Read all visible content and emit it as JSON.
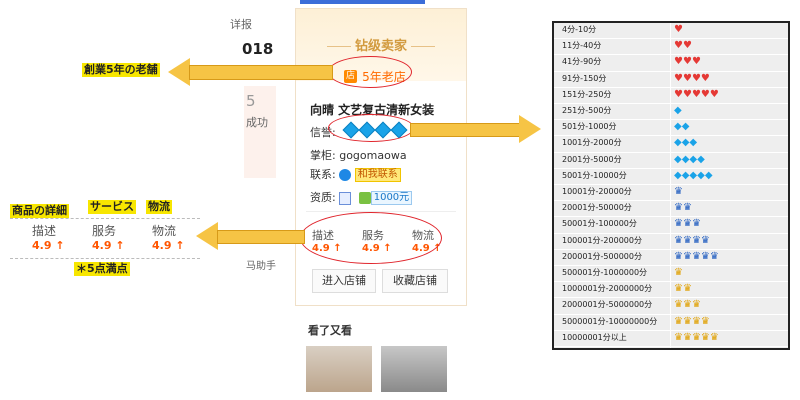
{
  "fragments": {
    "top_text": "详报",
    "year_text": "018",
    "five_text": "5",
    "success_text": "成功",
    "helper_text": "马助手"
  },
  "card": {
    "diamond_seller": "钻级卖家",
    "old_shop_icon": "店",
    "old_shop": "5年老店",
    "shop_name": "向晴 文艺复古清新女装",
    "credit_label": "信誉:",
    "keeper_label": "掌柜:",
    "keeper_name": "gogomaowa",
    "contact_label": "联系:",
    "contact_button": "和我联系",
    "qualification_label": "资质:",
    "deposit": "1000元",
    "scores": [
      {
        "label": "描述",
        "value": "4.9"
      },
      {
        "label": "服务",
        "value": "4.9"
      },
      {
        "label": "物流",
        "value": "4.9"
      }
    ],
    "enter_shop": "进入店铺",
    "favorite_shop": "收藏店铺",
    "also_viewed": "看了又看"
  },
  "annotations": {
    "old_shop_jp": "創業5年の老舗",
    "details_jp": "商品の詳細",
    "service_jp": "サービス",
    "logistics_cn": "物流",
    "scores_left": [
      {
        "label": "描述",
        "value": "4.9"
      },
      {
        "label": "服务",
        "value": "4.9"
      },
      {
        "label": "物流",
        "value": "4.9"
      }
    ],
    "max_note": "＊5点満点"
  },
  "credit_table": [
    {
      "range": "4分-10分",
      "icon": "heart",
      "count": 1
    },
    {
      "range": "11分-40分",
      "icon": "heart",
      "count": 2
    },
    {
      "range": "41分-90分",
      "icon": "heart",
      "count": 3
    },
    {
      "range": "91分-150分",
      "icon": "heart",
      "count": 4
    },
    {
      "range": "151分-250分",
      "icon": "heart",
      "count": 5
    },
    {
      "range": "251分-500分",
      "icon": "diamond",
      "count": 1
    },
    {
      "range": "501分-1000分",
      "icon": "diamond",
      "count": 2
    },
    {
      "range": "1001分-2000分",
      "icon": "diamond",
      "count": 3
    },
    {
      "range": "2001分-5000分",
      "icon": "diamond",
      "count": 4
    },
    {
      "range": "5001分-10000分",
      "icon": "diamond",
      "count": 5
    },
    {
      "range": "10001分-20000分",
      "icon": "blue-crown",
      "count": 1
    },
    {
      "range": "20001分-50000分",
      "icon": "blue-crown",
      "count": 2
    },
    {
      "range": "50001分-100000分",
      "icon": "blue-crown",
      "count": 3
    },
    {
      "range": "100001分-200000分",
      "icon": "blue-crown",
      "count": 4
    },
    {
      "range": "200001分-500000分",
      "icon": "blue-crown",
      "count": 5
    },
    {
      "range": "500001分-1000000分",
      "icon": "gold-crown",
      "count": 1
    },
    {
      "range": "1000001分-2000000分",
      "icon": "gold-crown",
      "count": 2
    },
    {
      "range": "2000001分-5000000分",
      "icon": "gold-crown",
      "count": 3
    },
    {
      "range": "5000001分-10000000分",
      "icon": "gold-crown",
      "count": 4
    },
    {
      "range": "10000001分以上",
      "icon": "gold-crown",
      "count": 5
    }
  ]
}
